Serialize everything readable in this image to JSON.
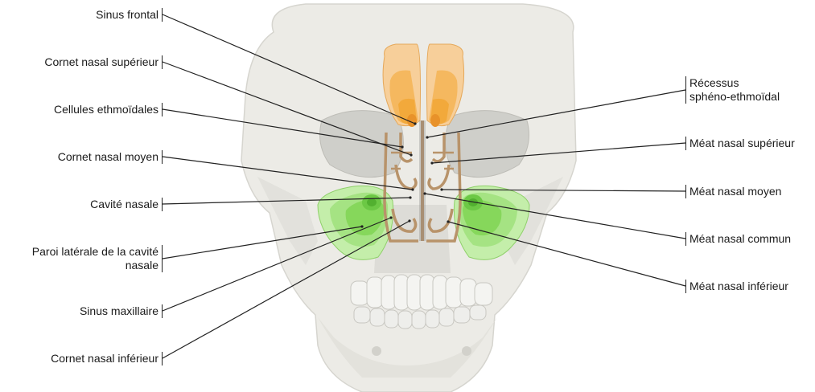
{
  "labels_left": [
    {
      "id": "sinus-frontal",
      "text": "Sinus frontal"
    },
    {
      "id": "cornet-superieur",
      "text": "Cornet nasal supérieur"
    },
    {
      "id": "cellules-ethmoidales",
      "text": "Cellules ethmoïdales"
    },
    {
      "id": "cornet-moyen",
      "text": "Cornet nasal moyen"
    },
    {
      "id": "cavite-nasale",
      "text": "Cavité nasale"
    },
    {
      "id": "paroi-laterale",
      "line1": "Paroi latérale de la cavité",
      "line2": "nasale"
    },
    {
      "id": "sinus-maxillaire",
      "text": "Sinus maxillaire"
    },
    {
      "id": "cornet-inferieur",
      "text": "Cornet nasal inférieur"
    }
  ],
  "labels_right": [
    {
      "id": "recessus",
      "line1": "Récessus",
      "line2": "sphéno-ethmoïdal"
    },
    {
      "id": "meat-superieur",
      "text": "Méat nasal supérieur"
    },
    {
      "id": "meat-moyen",
      "text": "Méat nasal moyen"
    },
    {
      "id": "meat-commun",
      "text": "Méat nasal commun"
    },
    {
      "id": "meat-inferieur",
      "text": "Méat nasal inférieur"
    }
  ],
  "colors": {
    "skull": "#ecebe6",
    "skull_shadow": "#d9d8d2",
    "orbit": "#cfcfca",
    "frontal_sinus": "#f2a93b",
    "frontal_sinus_light": "#f7c98a",
    "maxillary_sinus": "#7fd35a",
    "maxillary_sinus_light": "#b7ea97",
    "nasal_bone": "#b8936a",
    "leader_line": "#222222"
  }
}
